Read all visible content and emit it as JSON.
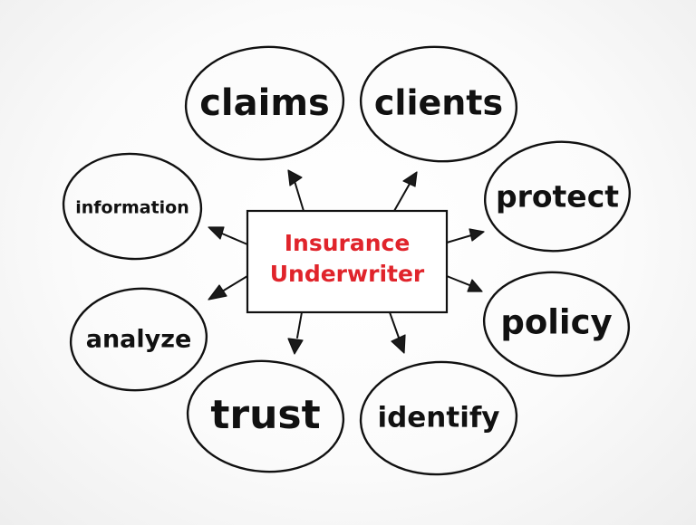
{
  "colors": {
    "ink": "#111111",
    "center_text": "#e0242b",
    "background": "#ffffff"
  },
  "center": {
    "line1": "Insurance",
    "line2": "Underwriter"
  },
  "nodes": {
    "claims": "claims",
    "clients": "clients",
    "protect": "protect",
    "policy": "policy",
    "identify": "identify",
    "trust": "trust",
    "analyze": "analyze",
    "information": "information"
  }
}
